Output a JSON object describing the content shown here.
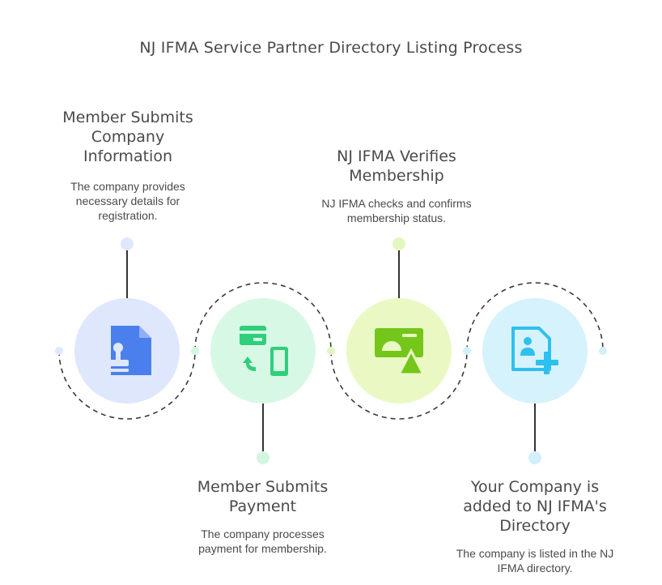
{
  "title": "NJ IFMA Service Partner Directory Listing Process",
  "steps": [
    {
      "title": "Member Submits\nCompany\nInformation",
      "description": "The company provides\nnecessary details for\nregistration.",
      "icon": "document-stamp-icon",
      "color": "#dfe7fd",
      "dot_color": "#dfe7fd",
      "icon_color": "#4b7fee"
    },
    {
      "title": "NJ IFMA Verifies\nMembership",
      "description": "NJ IFMA checks and confirms\nmembership status.",
      "icon": "verification-image-icon",
      "color": "#eaf9c4",
      "dot_color": "#e2f6c0",
      "icon_color": "#74c61a"
    },
    {
      "title": "Member Submits\nPayment",
      "description": "The company processes\npayment for membership.",
      "icon": "card-to-phone-payment-icon",
      "color": "#d8f8e6",
      "dot_color": "#d4f5e2",
      "icon_color": "#2fcf7b"
    },
    {
      "title": "Your Company is\nadded to NJ IFMA's\nDirectory",
      "description": "The company is listed in the NJ\nIFMA directory.",
      "icon": "add-user-profile-icon",
      "color": "#d6f2fc",
      "dot_color": "#d3f0fb",
      "icon_color": "#2ec0ee"
    }
  ]
}
